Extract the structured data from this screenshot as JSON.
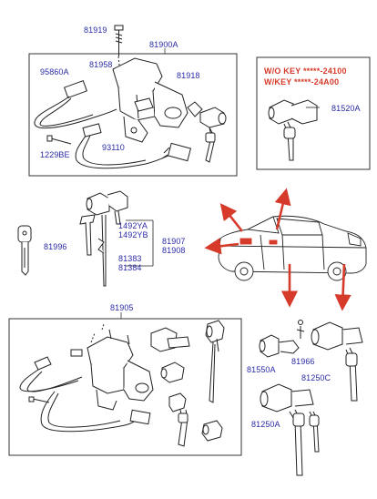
{
  "part_labels": {
    "p81919": "81919",
    "p81900A": "81900A",
    "p95860A": "95860A",
    "p81958": "81958",
    "p81918": "81918",
    "p1229BE": "1229BE",
    "p93110": "93110",
    "p81520A": "81520A",
    "p1492YA": "1492YA",
    "p1492YB": "1492YB",
    "p81907": "81907",
    "p81908": "81908",
    "p81996": "81996",
    "p81383": "81383",
    "p81384": "81384",
    "p81905": "81905",
    "p81966": "81966",
    "p81550A": "81550A",
    "p81250C": "81250C",
    "p81250A": "81250A"
  },
  "key_options": {
    "without_key": "W/O KEY  *****-24100",
    "with_key": "W/KEY  *****-24A00"
  },
  "colors": {
    "label": "#2a2aa8",
    "line_art": "#222222",
    "pointer_arrow": "#d63a2a",
    "box_border": "#333333"
  }
}
